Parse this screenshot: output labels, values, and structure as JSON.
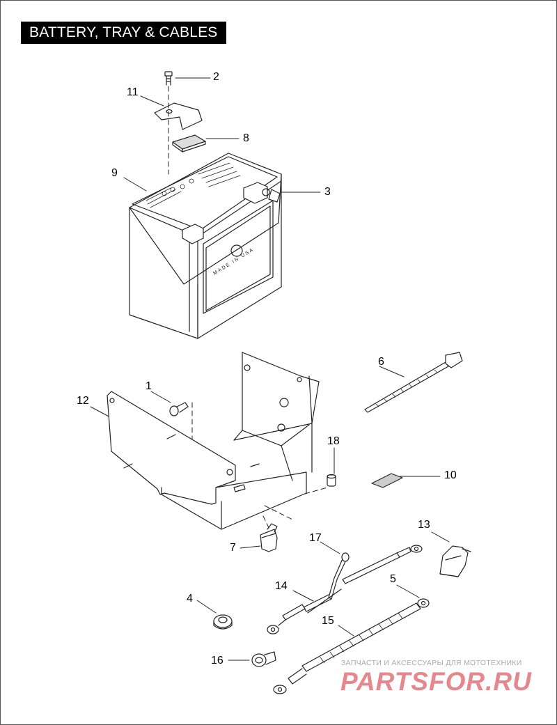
{
  "title": "BATTERY, TRAY & CABLES",
  "callouts": [
    "1",
    "2",
    "3",
    "4",
    "5",
    "6",
    "7",
    "8",
    "9",
    "10",
    "11",
    "12",
    "13",
    "14",
    "15",
    "16",
    "17",
    "18"
  ],
  "battery_labels": {
    "made_in": "MADE IN USA"
  },
  "watermark": {
    "small": "ЗАПЧАСТИ И АКСЕССУАРЫ ДЛЯ МОТОТЕХНИКИ",
    "big": "PARTSFOR.RU"
  }
}
